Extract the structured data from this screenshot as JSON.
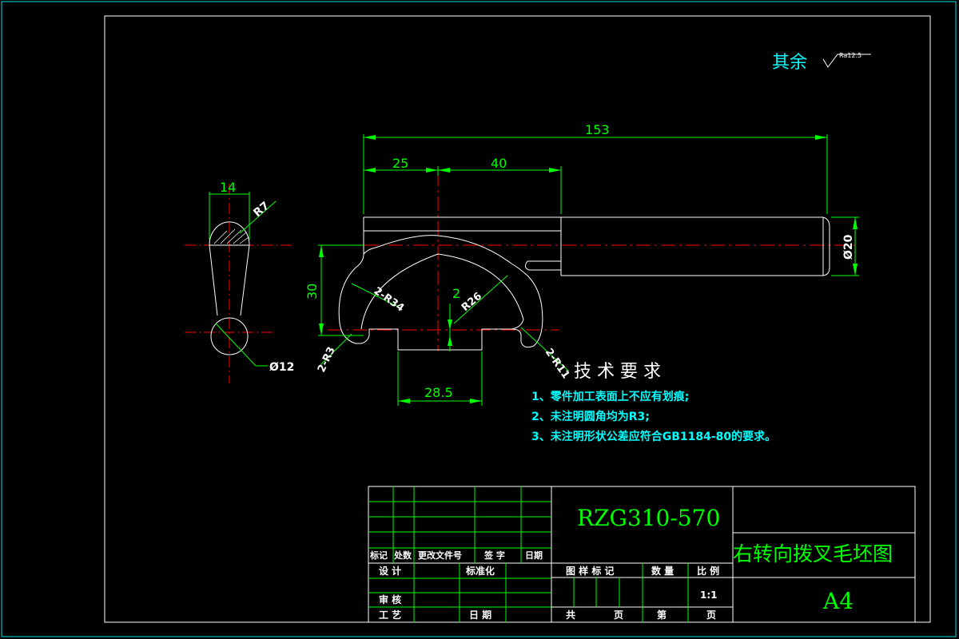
{
  "surface_note": {
    "text": "其余",
    "roughness": "Ra12.5"
  },
  "dimensions": {
    "d153": "153",
    "d25": "25",
    "d40": "40",
    "d14": "14",
    "r7": "R7",
    "phi12": "Ø12",
    "phi20": "Ø20",
    "d30": "30",
    "r34": "2-R34",
    "d2": "2",
    "r26": "R26",
    "r3": "2-R3",
    "r11": "2-R11",
    "d28_5": "28.5"
  },
  "tech_req": {
    "title": "技 术 要 求",
    "items": [
      "1、零件加工表面上不应有划痕;",
      "2、未注明圆角均为R3;",
      "3、未注明形状公差应符合GB1184-80的要求。"
    ]
  },
  "title_block": {
    "drawing_no": "RZG310-570",
    "drawing_name": "右转向拨叉毛坯图",
    "paper": "A4",
    "scale": "1:1",
    "h_biaoji": "标记",
    "h_chushu": "处数",
    "h_wenjian": "更改文件号",
    "h_qianzi": "签 字",
    "h_riqi": "日期",
    "sheji": "设 计",
    "biaozhunhua": "标准化",
    "tuyang": "图 样 标 记",
    "shuliang": "数 量",
    "bili": "比 例",
    "shenhe": "审 核",
    "gongyi": "工 艺",
    "riqi2": "日 期",
    "gong": "共",
    "ye1": "页",
    "di": "第",
    "ye2": "页"
  }
}
